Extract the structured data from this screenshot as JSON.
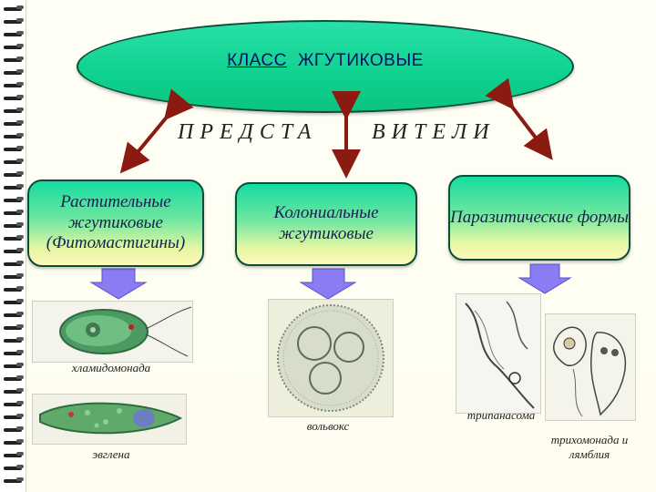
{
  "title": {
    "part1": "КЛАСС",
    "part2": "ЖГУТИКОВЫЕ"
  },
  "representatives": {
    "left": "ПРЕДСТА",
    "right": "ВИТЕЛИ"
  },
  "groups": [
    {
      "label": "Растительные жгутиковые (Фитомастигины)"
    },
    {
      "label": "Колониальные жгутиковые"
    },
    {
      "label": "Паразитические формы"
    }
  ],
  "captions": {
    "chlamydomonas": "хламидомонада",
    "euglena": "эвглена",
    "volvox": "вольвокс",
    "trypanosoma": "трипанасома",
    "trichomonas": "трихомонада и лямблия"
  },
  "colors": {
    "accent_green": "#0fd18f",
    "arrow_red": "#8b1a10",
    "arrow_purple": "#8a7cf2",
    "text_navy": "#0d0d66"
  }
}
